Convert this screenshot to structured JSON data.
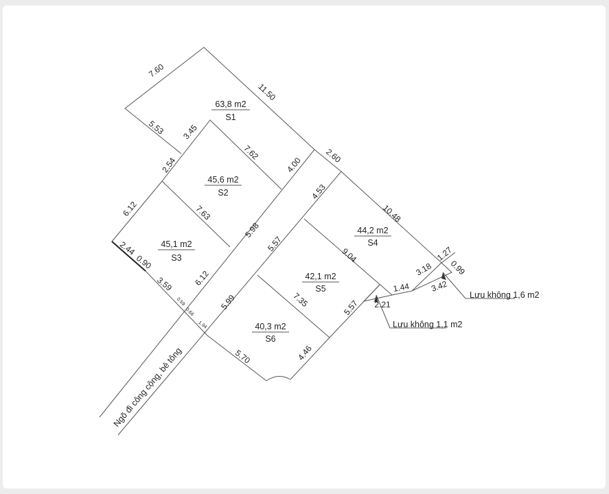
{
  "plots": [
    {
      "area": "63,8 m2",
      "name": "S1"
    },
    {
      "area": "45,6 m2",
      "name": "S2"
    },
    {
      "area": "45,1 m2",
      "name": "S3"
    },
    {
      "area": "44,2 m2",
      "name": "S4"
    },
    {
      "area": "42,1 m2",
      "name": "S5"
    },
    {
      "area": "40,3 m2",
      "name": "S6"
    }
  ],
  "dimensions": {
    "d760": "7.60",
    "d1150": "11.50",
    "d553": "5.53",
    "d345": "3.45",
    "d762": "7.62",
    "d400": "4.00",
    "d260": "2.60",
    "d254": "2.54",
    "d612a": "6.12",
    "d763": "7.63",
    "d598": "5.98",
    "d453": "4.53",
    "d557a": "5.57",
    "d1048": "10.48",
    "d904": "9.04",
    "d127": "1.27",
    "d318": "3.18",
    "d099": "0.99",
    "d144": "1.44",
    "d342": "3.42",
    "d221": "2.21",
    "d557b": "5.57",
    "d735": "7.35",
    "d599": "5.99",
    "d612b": "6.12",
    "d359": "3.59",
    "d244": "2.44",
    "d090": "0.90",
    "d059": "0.59",
    "d066": "0.66",
    "d194": "1.94",
    "d570": "5.70",
    "d446": "4.46"
  },
  "road_label": "Ngõ đi công cộng, bê tông",
  "setback_labels": [
    "Lưu không 1,6 m2",
    "Lưu không 1,1 m2"
  ]
}
